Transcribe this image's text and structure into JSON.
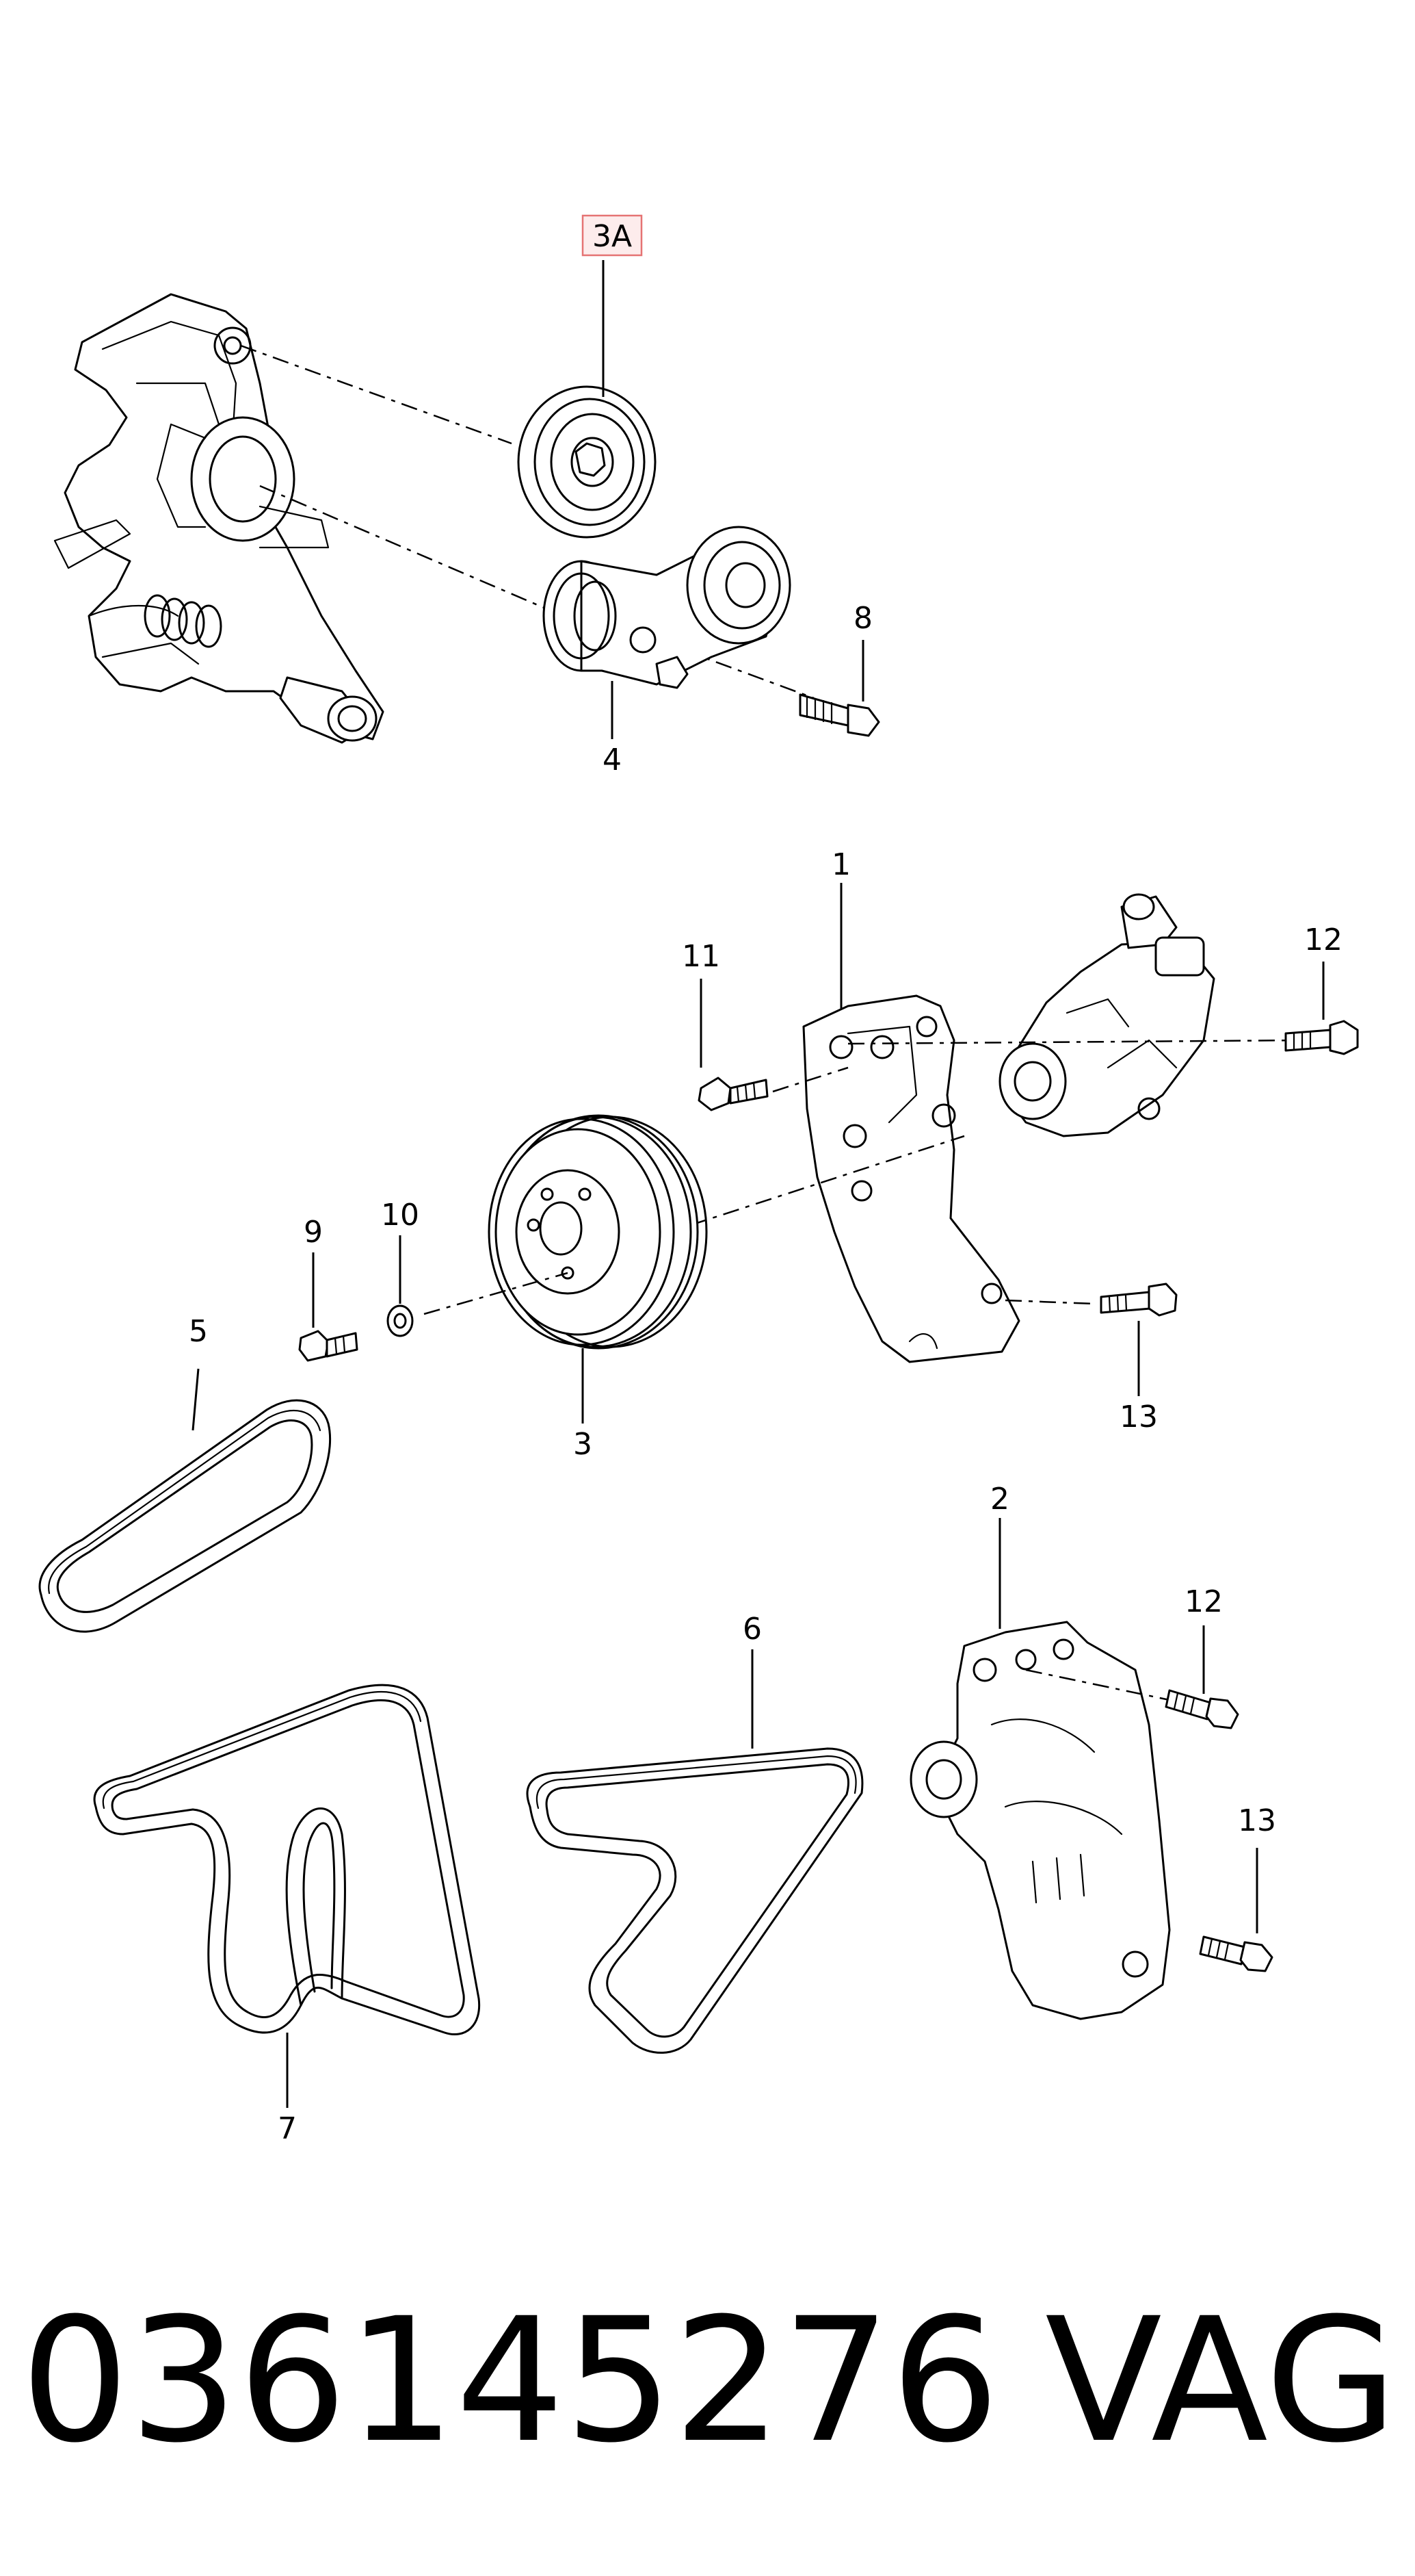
{
  "diagram": {
    "labels": {
      "p1": "1",
      "p2": "2",
      "p3": "3",
      "p3a": "3A",
      "p4": "4",
      "p5": "5",
      "p6": "6",
      "p7": "7",
      "p8": "8",
      "p9": "9",
      "p10": "10",
      "p11": "11",
      "p12a": "12",
      "p12b": "12",
      "p13a": "13",
      "p13b": "13"
    },
    "highlight_color": "#e57373"
  },
  "footer": {
    "part_number": "036145276",
    "brand": "VAG"
  }
}
